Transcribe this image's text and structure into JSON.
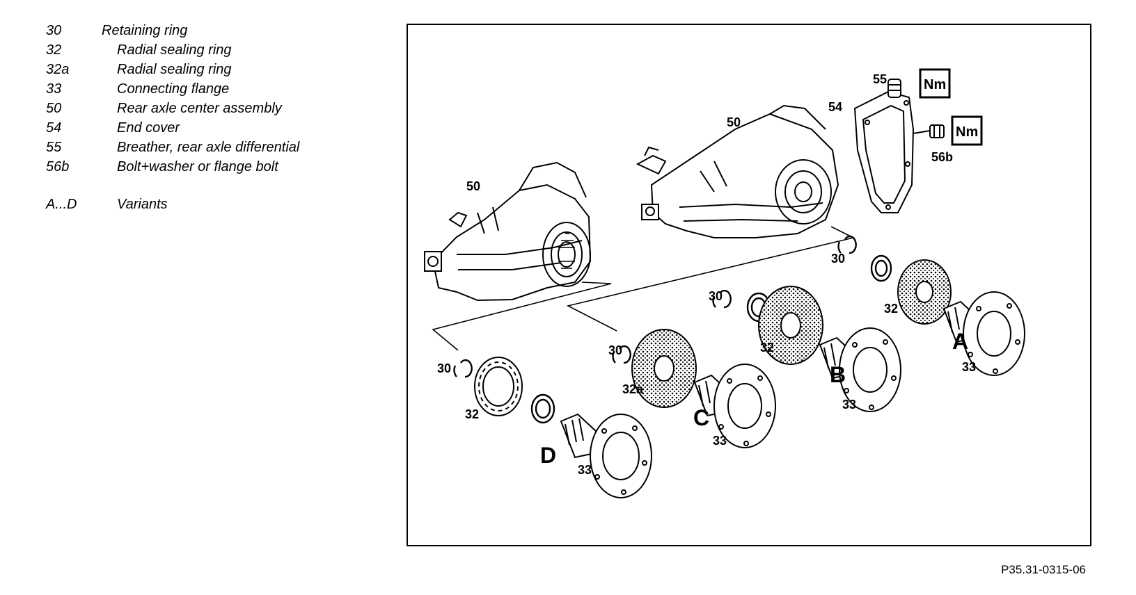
{
  "legend": {
    "items": [
      {
        "key": "30",
        "desc": "Retaining ring"
      },
      {
        "key": "32",
        "desc": "Radial sealing ring"
      },
      {
        "key": "32a",
        "desc": "Radial sealing ring"
      },
      {
        "key": "33",
        "desc": "Connecting flange"
      },
      {
        "key": "50",
        "desc": "Rear axle center assembly"
      },
      {
        "key": "54",
        "desc": "End cover"
      },
      {
        "key": "55",
        "desc": "Breather, rear axle differential"
      },
      {
        "key": "56b",
        "desc": "Bolt+washer or flange bolt"
      }
    ],
    "variants": {
      "key": "A...D",
      "desc": "Variants"
    }
  },
  "diagram": {
    "callouts": {
      "c50_left": "50",
      "c50_right": "50",
      "c54": "54",
      "c55": "55",
      "c56b": "56b",
      "c30_d": "30",
      "c32_d": "32",
      "c33_d": "33",
      "c30_c": "30",
      "c32a_c": "32a",
      "c33_c": "33",
      "c30_b": "30",
      "c32_b": "32",
      "c33_b": "33",
      "c30_a": "30",
      "c32_a": "32",
      "c33_a": "33"
    },
    "variants": {
      "a": "A",
      "b": "B",
      "c": "C",
      "d": "D"
    },
    "torque_badge": "Nm"
  },
  "reference_code": "P35.31-0315-06"
}
